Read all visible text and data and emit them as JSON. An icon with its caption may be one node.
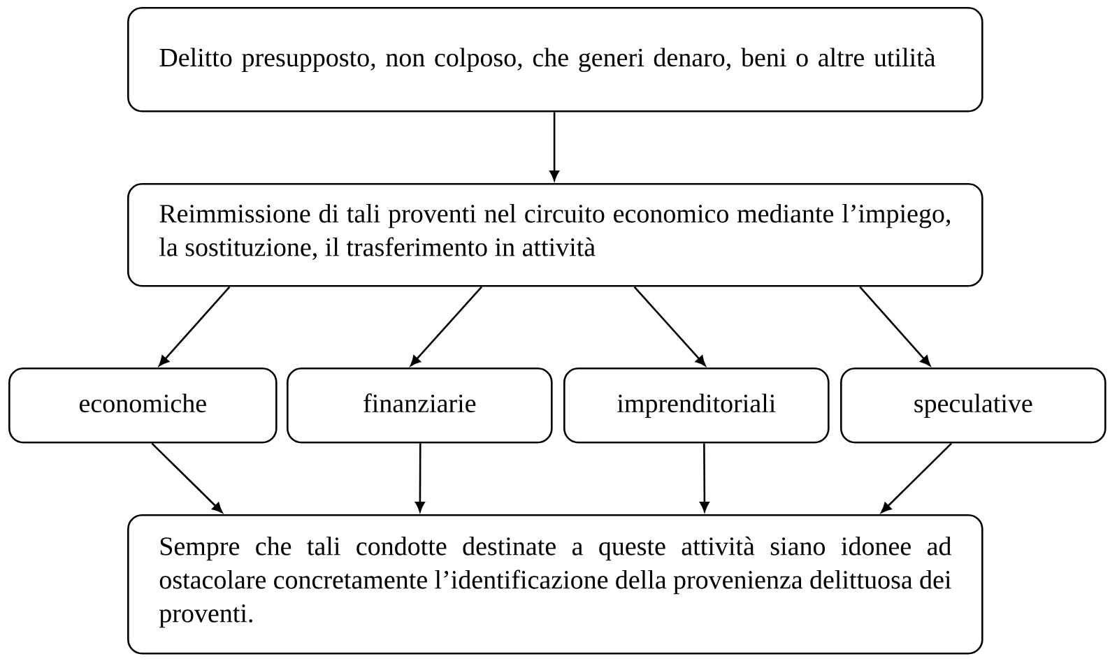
{
  "diagram": {
    "nodes": [
      {
        "text": [
          "Delitto presupposto, non colposo, che generi denaro, beni o altre utilità"
        ]
      },
      {
        "text": [
          "Reimmissione di tali proventi nel circuito economico mediante l’impiego, la sostituzione, il trasferimento in attività"
        ]
      },
      {
        "text": [
          "economiche"
        ]
      },
      {
        "text": [
          "finanziarie"
        ]
      },
      {
        "text": [
          "imprenditoriali"
        ]
      },
      {
        "text": [
          "speculative"
        ]
      },
      {
        "text": [
          "Sempre che tali condotte destinate a queste attività siano idonee ad ostacolare concretamente l’identificazione della provenienza delittuosa dei proventi."
        ]
      }
    ],
    "edges": [
      {
        "from": 0,
        "to": 1,
        "arrow": "to"
      },
      {
        "from": 1,
        "to": 2,
        "arrow": "to"
      },
      {
        "from": 1,
        "to": 3,
        "arrow": "to"
      },
      {
        "from": 1,
        "to": 4,
        "arrow": "to"
      },
      {
        "from": 1,
        "to": 5,
        "arrow": "to"
      },
      {
        "from": 2,
        "to": 6,
        "arrow": "to"
      },
      {
        "from": 3,
        "to": 6,
        "arrow": "to"
      },
      {
        "from": 4,
        "to": 6,
        "arrow": "to"
      },
      {
        "from": 5,
        "to": 6,
        "arrow": "to"
      }
    ]
  }
}
